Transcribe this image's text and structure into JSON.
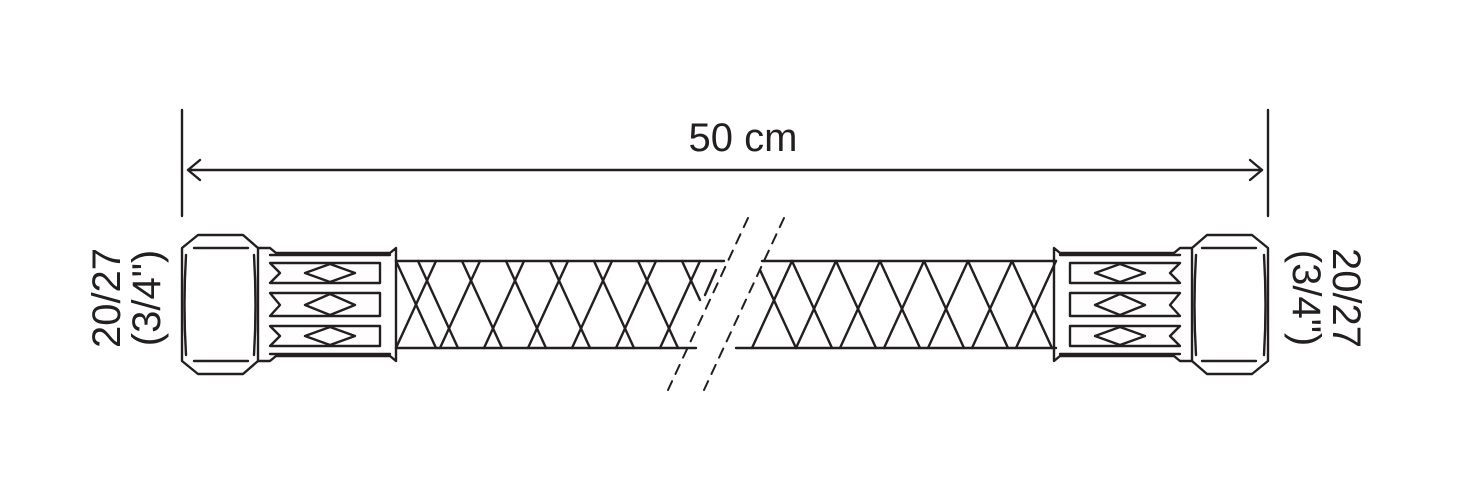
{
  "diagram": {
    "length_label": "50 cm",
    "left_fitting": {
      "size": "20/27",
      "inch": "(3/4\")"
    },
    "right_fitting": {
      "size": "20/27",
      "inch": "(3/4\")"
    },
    "colors": {
      "stroke": "#231f20",
      "background": "#ffffff"
    }
  }
}
